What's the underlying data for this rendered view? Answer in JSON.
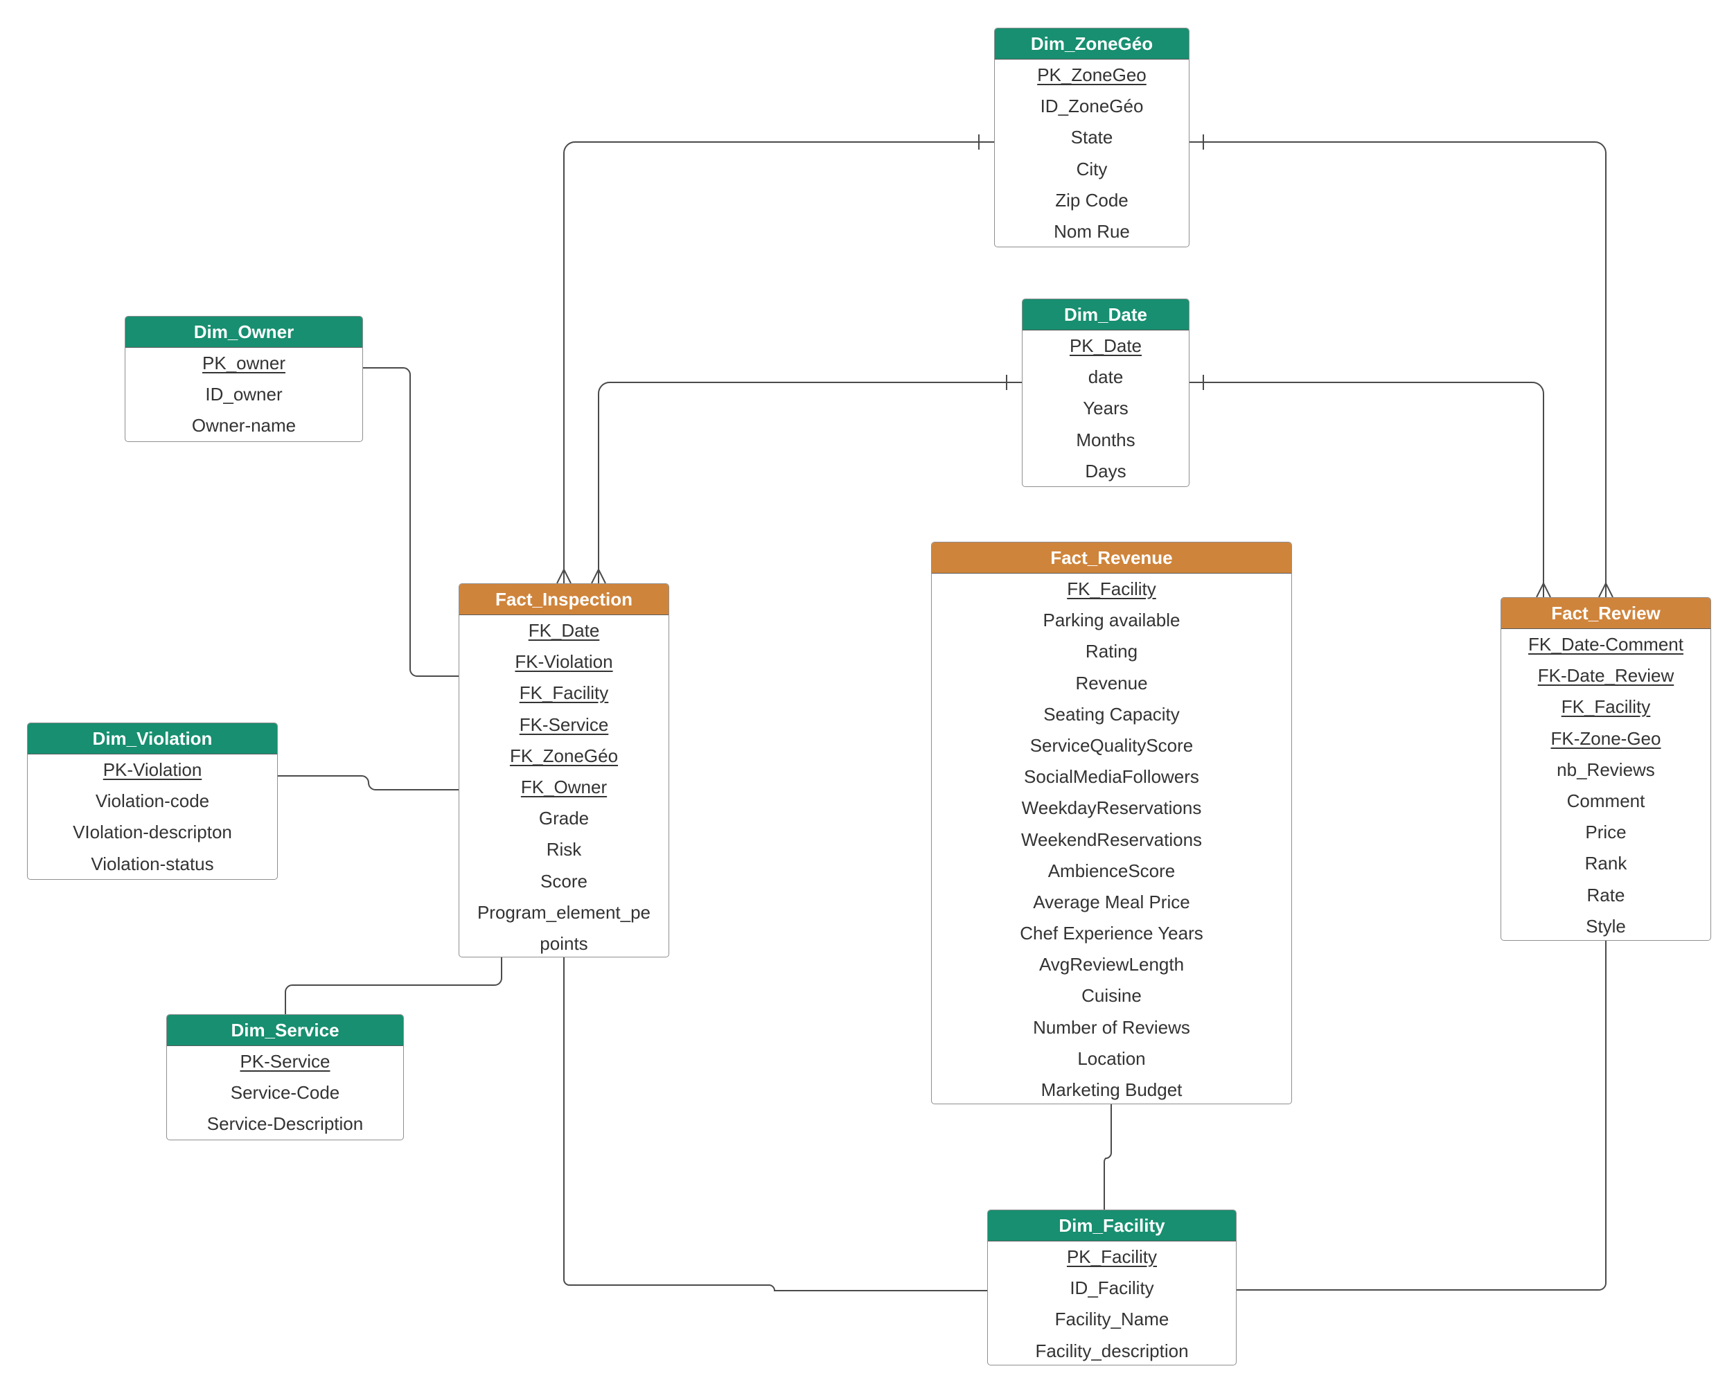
{
  "colors": {
    "dimension_header": "#178f70",
    "fact_header": "#cf843b",
    "line": "#4a4a4a",
    "row_text": "#333333"
  },
  "tables": {
    "zonegeo": {
      "name": "Dim_ZoneGéo",
      "kind": "dim",
      "rows": [
        "PK_ZoneGeo",
        "ID_ZoneGéo",
        "State",
        "City",
        "Zip Code",
        "Nom Rue"
      ],
      "keys": [
        0
      ]
    },
    "date": {
      "name": "Dim_Date",
      "kind": "dim",
      "rows": [
        "PK_Date",
        "date",
        "Years",
        "Months",
        "Days"
      ],
      "keys": [
        0
      ]
    },
    "owner": {
      "name": "Dim_Owner",
      "kind": "dim",
      "rows": [
        "PK_owner",
        "ID_owner",
        "Owner-name"
      ],
      "keys": [
        0
      ]
    },
    "violation": {
      "name": "Dim_Violation",
      "kind": "dim",
      "rows": [
        "PK-Violation",
        "Violation-code",
        "VIolation-descripton",
        "Violation-status"
      ],
      "keys": [
        0
      ]
    },
    "service": {
      "name": "Dim_Service",
      "kind": "dim",
      "rows": [
        "PK-Service",
        "Service-Code",
        "Service-Description"
      ],
      "keys": [
        0
      ]
    },
    "facility": {
      "name": "Dim_Facility",
      "kind": "dim",
      "rows": [
        "PK_Facility",
        "ID_Facility",
        "Facility_Name",
        "Facility_description"
      ],
      "keys": [
        0
      ]
    },
    "inspection": {
      "name": "Fact_Inspection",
      "kind": "fact",
      "rows": [
        "FK_Date",
        "FK-Violation",
        "FK_Facility",
        "FK-Service",
        "FK_ZoneGéo",
        "FK_Owner",
        "Grade",
        "Risk",
        "Score",
        "Program_element_pe",
        "points"
      ],
      "keys": [
        0,
        1,
        2,
        3,
        4,
        5
      ]
    },
    "revenue": {
      "name": "Fact_Revenue",
      "kind": "fact",
      "rows": [
        "FK_Facility",
        "Parking available",
        "Rating",
        "Revenue",
        "Seating Capacity",
        "ServiceQualityScore",
        "SocialMediaFollowers",
        "WeekdayReservations",
        "WeekendReservations",
        "AmbienceScore",
        "Average Meal Price",
        "Chef Experience Years",
        "AvgReviewLength",
        "Cuisine",
        "Number of Reviews",
        "Location",
        "Marketing Budget"
      ],
      "keys": [
        0
      ]
    },
    "review": {
      "name": "Fact_Review",
      "kind": "fact",
      "rows": [
        "FK_Date-Comment",
        "FK-Date_Review",
        "FK_Facility",
        "FK-Zone-Geo",
        "nb_Reviews",
        "Comment",
        "Price",
        "Rank",
        "Rate",
        "Style"
      ],
      "keys": [
        0,
        1,
        2,
        3
      ]
    }
  }
}
